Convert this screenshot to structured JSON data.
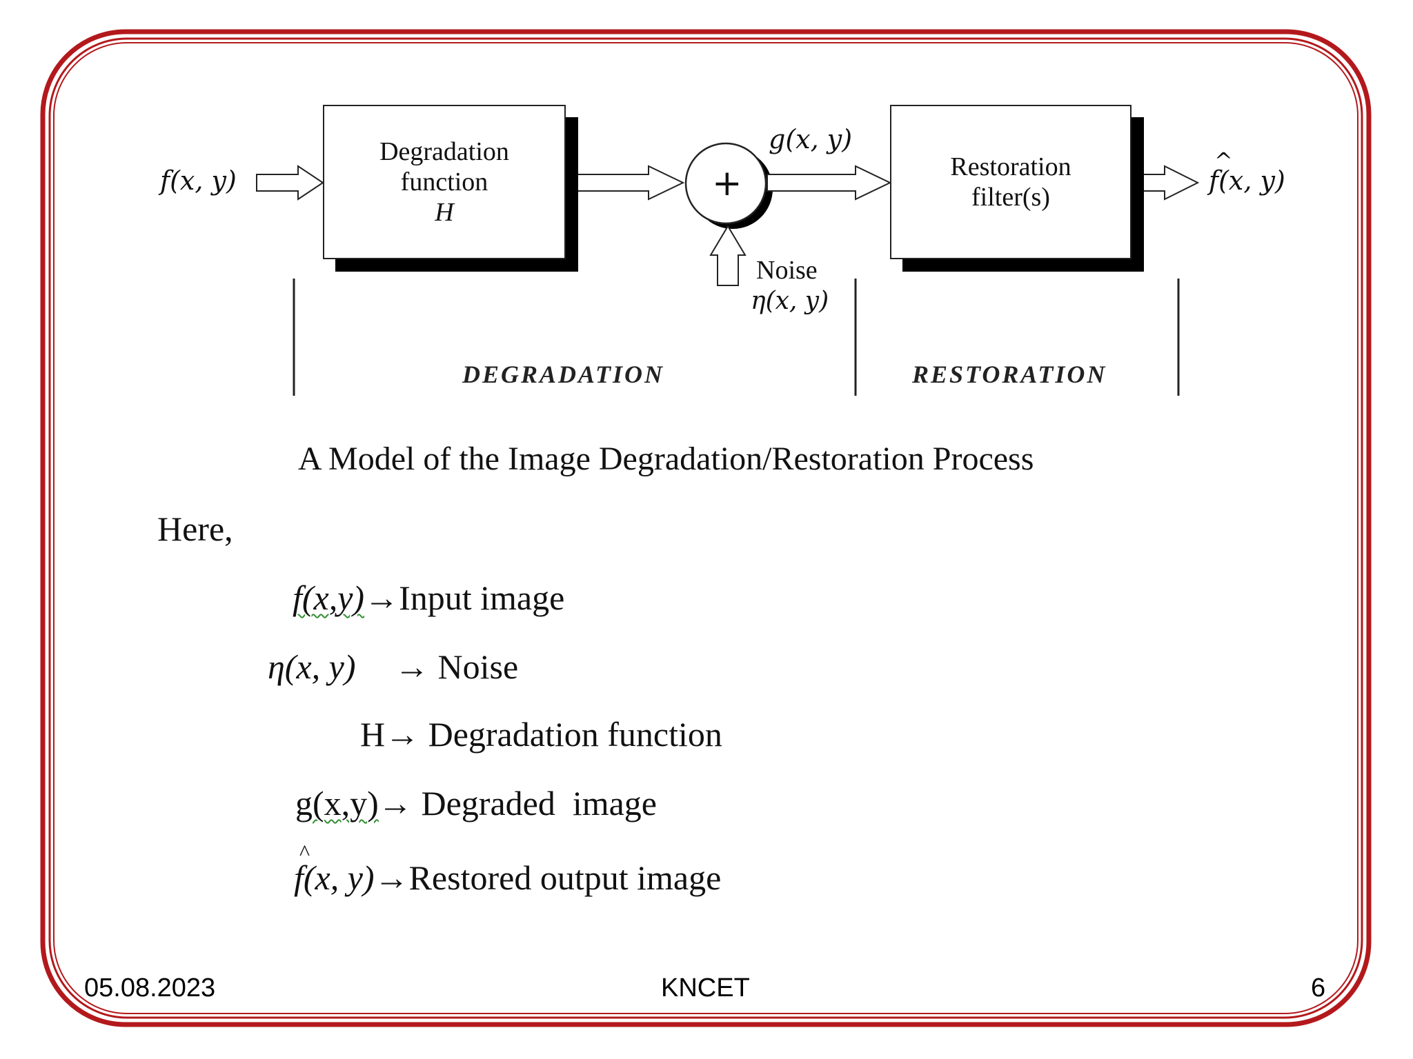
{
  "diagram": {
    "input_signal": "f(x, y)",
    "degradation_box": {
      "line1": "Degradation",
      "line2": "function",
      "line3": "H"
    },
    "adder_symbol": "+",
    "degraded_signal": "g(x, y)",
    "noise": {
      "line1": "Noise",
      "line2": "η(x, y)"
    },
    "restoration_box": {
      "line1": "Restoration",
      "line2": "filter(s)"
    },
    "output_signal": "f(x, y)",
    "section_degradation": "DEGRADATION",
    "section_restoration": "RESTORATION"
  },
  "caption": "A Model of the Image Degradation/Restoration Process",
  "here_label": "Here,",
  "legend": [
    {
      "symbol": "f(x,y)",
      "arrow": "→",
      "text": "Input image"
    },
    {
      "symbol": "η(x, y)",
      "arrow": "→",
      "text": "Noise"
    },
    {
      "symbol": "H",
      "arrow": "→",
      "text": "Degradation function"
    },
    {
      "symbol": "g(x,y)",
      "arrow": "→",
      "text": "Degraded  image"
    },
    {
      "symbol": "f(x, y)",
      "arrow": "→",
      "text": "Restored output image"
    }
  ],
  "footer": {
    "date": "05.08.2023",
    "center": "KNCET",
    "page": "6"
  },
  "colors": {
    "frame": "#b3191c",
    "text": "#111111"
  }
}
